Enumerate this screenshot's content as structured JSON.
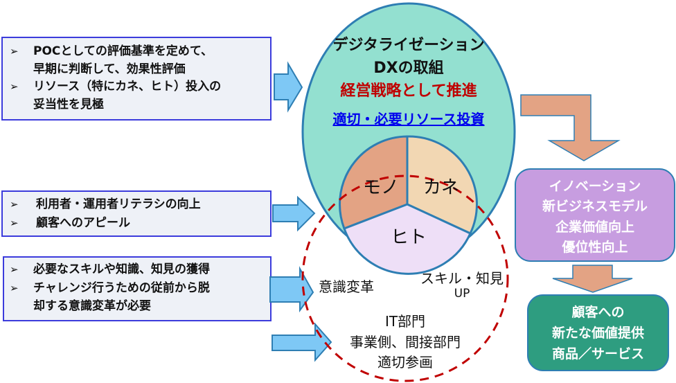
{
  "left_boxes": [
    {
      "items": [
        {
          "marker": "➢",
          "lines": [
            "POCとしての評価基準を定めて、",
            "早期に判断して、効果性評価"
          ]
        },
        {
          "marker": "➢",
          "lines": [
            "リソース（特にカネ、ヒト）投入の",
            "妥当性を見極"
          ]
        }
      ]
    },
    {
      "items": [
        {
          "marker": "➢",
          "lines": [
            "利用者・運用者リテラシの向上"
          ]
        },
        {
          "marker": "➢",
          "lines": [
            "顧客へのアピール"
          ]
        }
      ]
    },
    {
      "items": [
        {
          "marker": "➢",
          "lines": [
            "必要なスキルや知識、知見の獲得"
          ]
        },
        {
          "marker": "➢",
          "lines": [
            "チャレンジ行うための従前から脱",
            "却する意識変革が必要"
          ]
        }
      ]
    }
  ],
  "center": {
    "title_line1": "デジタライゼーション",
    "title_line2": "DXの取組",
    "strategy": "経営戦略として推進",
    "investment_link": "適切・必要リソース投資",
    "pie": {
      "mono": "モノ",
      "kane": "カネ",
      "hito": "ヒト"
    },
    "dashed": {
      "mindset": "意識変革",
      "skill_line1": "スキル・知見",
      "skill_line2": "UP",
      "dept_line1": "IT部門",
      "dept_line2": "事業側、間接部門",
      "dept_line3": "適切参画"
    }
  },
  "right": {
    "innovation": [
      "イノベーション",
      "新ビジネスモデル",
      "企業価値向上",
      "優位性向上"
    ],
    "customer": [
      "顧客への",
      "新たな価値提供",
      "商品／サービス"
    ]
  },
  "colors": {
    "ellipse_fill": "#93e0d0",
    "ellipse_stroke": "#2e7eb3",
    "mono_fill": "#e3a384",
    "kane_fill": "#f2d7b3",
    "hito_fill": "#eedff7",
    "dashed_stroke": "#c00000",
    "arrow_fill": "#7ec8f5",
    "orange_arrow": "#e3a384",
    "innovation_fill": "#c79de0",
    "customer_fill": "#2e9d80",
    "strategy_text": "#c00000",
    "link_text": "#0000ee"
  }
}
